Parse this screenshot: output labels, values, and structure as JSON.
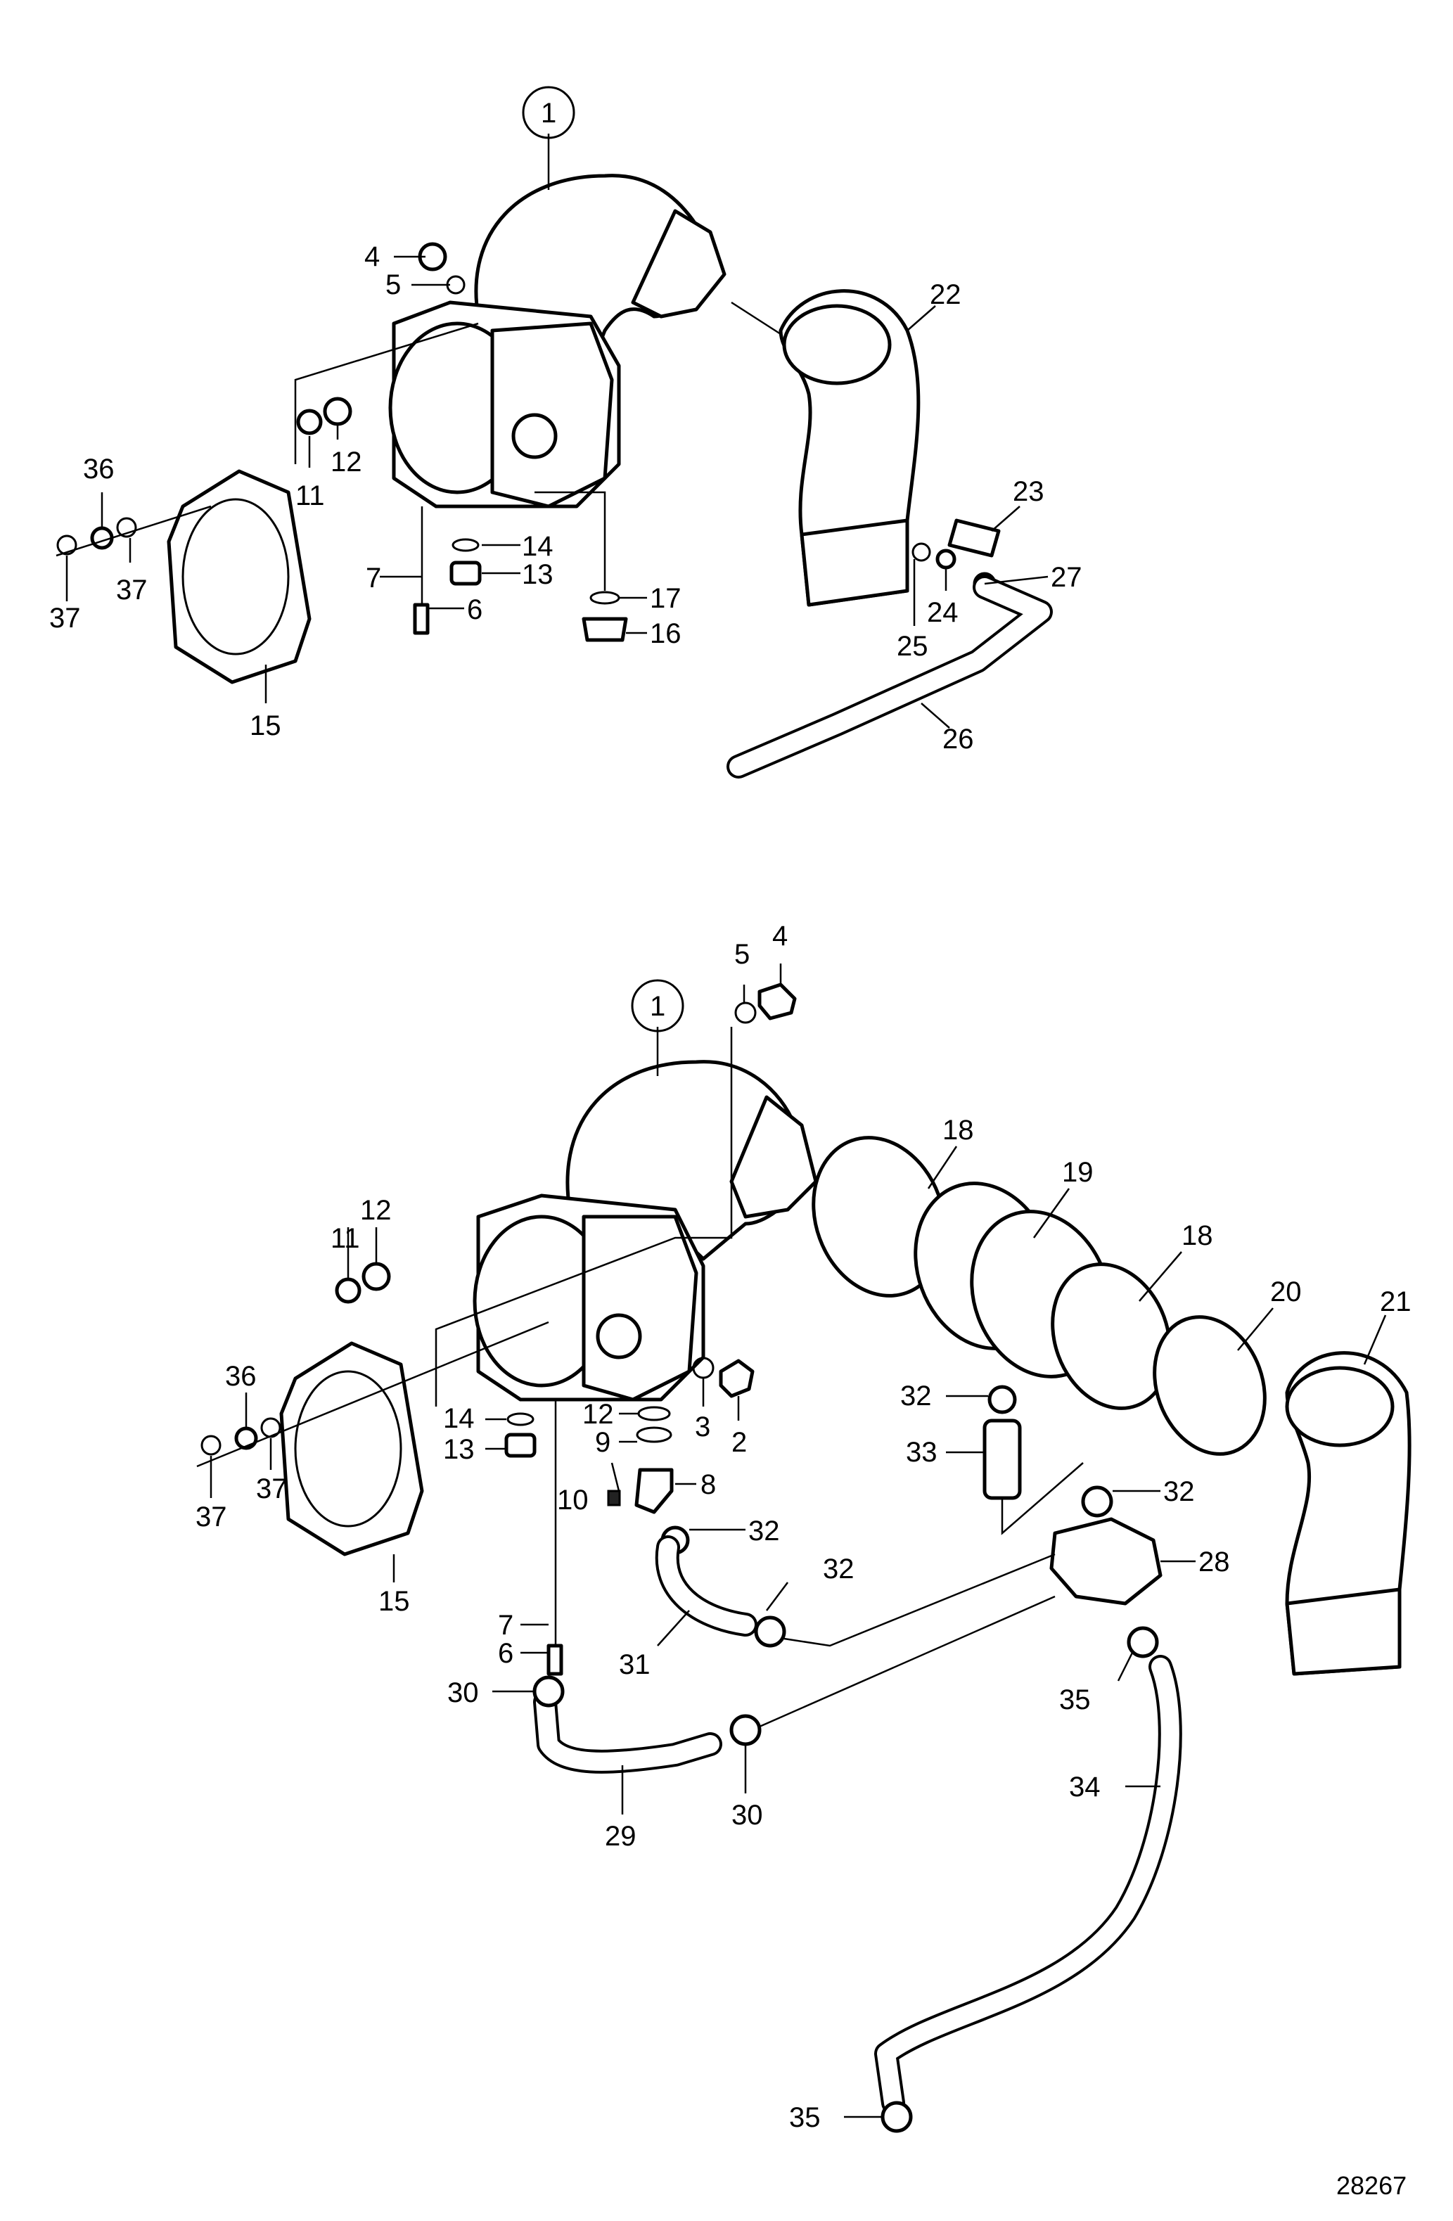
{
  "figure_number": "28267",
  "upper_assembly": {
    "callouts": [
      "1",
      "4",
      "5",
      "11",
      "12",
      "36",
      "37",
      "37",
      "14",
      "7",
      "13",
      "6",
      "15",
      "17",
      "16",
      "22",
      "23",
      "27",
      "24",
      "25",
      "26"
    ]
  },
  "lower_assembly": {
    "callouts": [
      "1",
      "5",
      "4",
      "18",
      "19",
      "18",
      "20",
      "21",
      "12",
      "11",
      "36",
      "37",
      "37",
      "14",
      "13",
      "15",
      "12",
      "9",
      "10",
      "8",
      "3",
      "2",
      "32",
      "33",
      "32",
      "28",
      "32",
      "32",
      "31",
      "7",
      "6",
      "30",
      "29",
      "30",
      "35",
      "34",
      "35"
    ]
  }
}
